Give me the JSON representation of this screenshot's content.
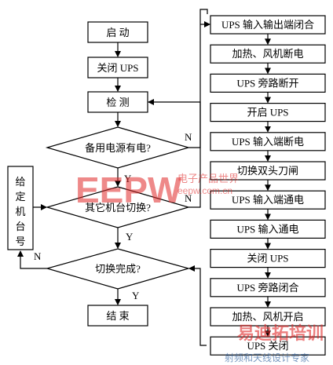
{
  "left_flow": {
    "start": "启 动",
    "close_ups": "关闭 UPS",
    "detect": "检 测",
    "decision_backup": "备用电源有电?",
    "decision_switch": "其它机台切换?",
    "decision_done": "切换完成?",
    "end": "结 束",
    "signal_box": [
      "给",
      "定",
      "机",
      "台",
      "号"
    ]
  },
  "edge_labels": {
    "n1": "N",
    "y1": "Y",
    "n2": "N",
    "y2": "Y",
    "n3": "N",
    "y3": "Y"
  },
  "right_steps": [
    "UPS 输入输出端闭合",
    "加热、风机断电",
    "UPS 旁路断开",
    "开启 UPS",
    "UPS 输入端断电",
    "切换双头刀闸",
    "UPS 输入端通电",
    "UPS 输入通电",
    "关闭 UPS",
    "UPS 旁路闭合",
    "加热、风机开启",
    "UPS 关闭"
  ],
  "watermark": {
    "logo": "EEPW",
    "slogan": "电子产品世界",
    "url": "eepw.com.cn",
    "badge_title": "易迪拓培训",
    "badge_sub": "射频和天线设计专家"
  }
}
